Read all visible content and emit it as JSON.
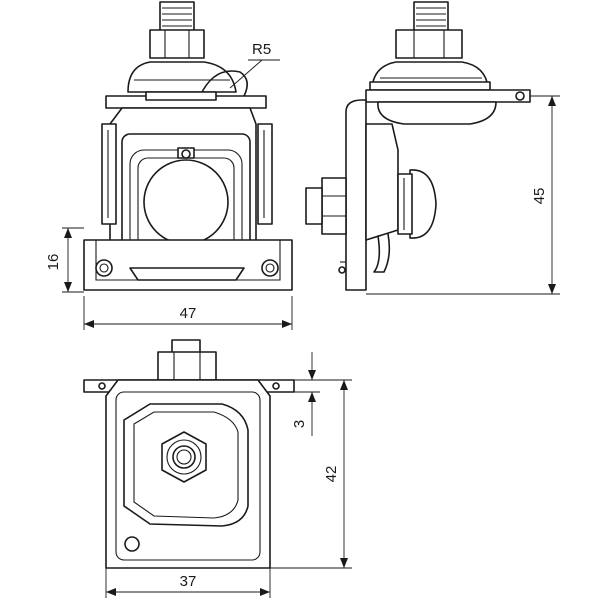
{
  "dimensions": {
    "radius_label": "R5",
    "front_base_width": "47",
    "front_base_height": "16",
    "side_height": "45",
    "top_width": "37",
    "top_height": "42",
    "top_offset": "3"
  },
  "colors": {
    "line": "#1a1a1a",
    "background": "#ffffff"
  }
}
